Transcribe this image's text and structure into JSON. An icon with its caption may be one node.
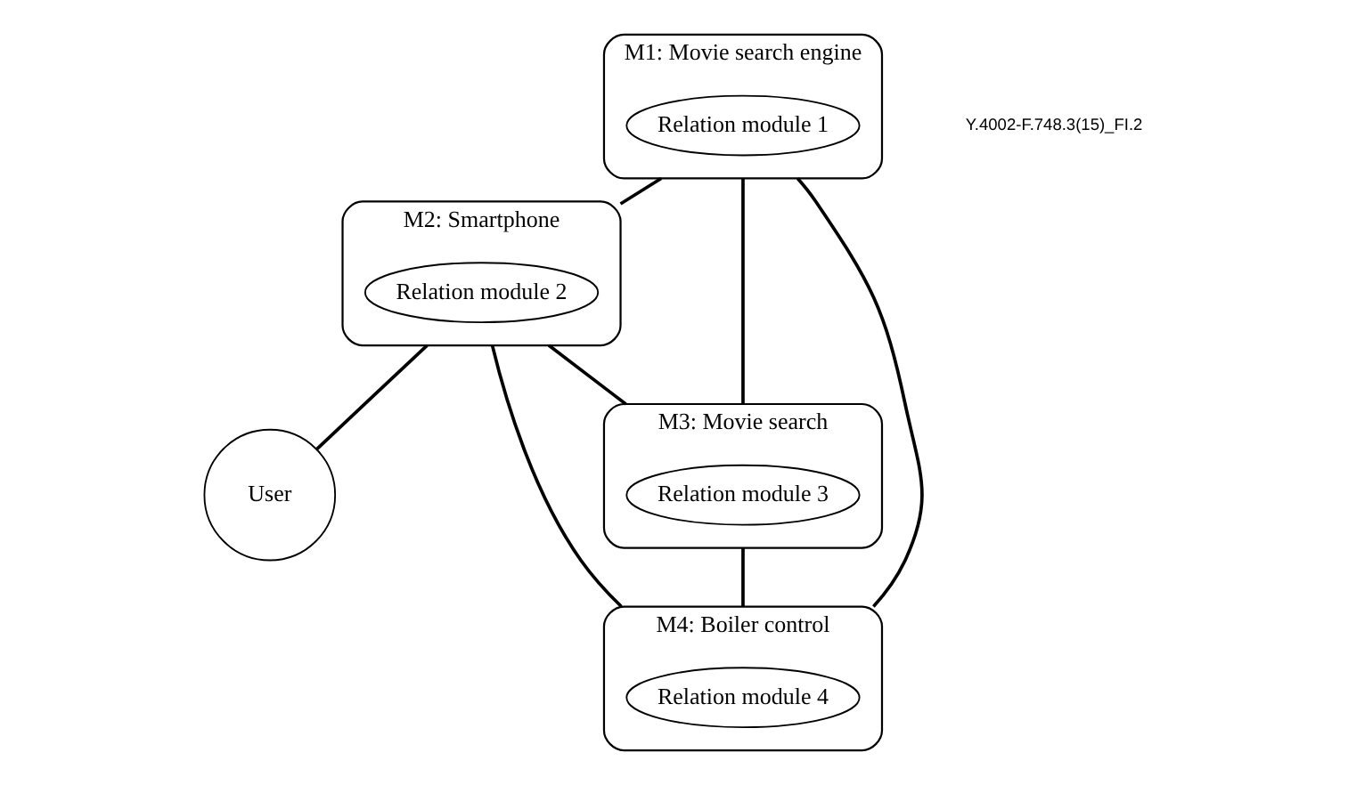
{
  "diagram": {
    "nodes": [
      {
        "text": [
          "M1: Movie search engine"
        ]
      },
      {
        "text": [
          "Relation module 1"
        ],
        "in": 0
      },
      {
        "text": [
          "M2: Smartphone"
        ]
      },
      {
        "text": [
          "Relation module 2"
        ],
        "in": 2
      },
      {
        "text": [
          "User"
        ]
      },
      {
        "text": [
          "M3: Movie search"
        ]
      },
      {
        "text": [
          "Relation module 3"
        ],
        "in": 5
      },
      {
        "text": [
          "M4: Boiler control"
        ]
      },
      {
        "text": [
          "Relation module 4"
        ],
        "in": 7
      }
    ],
    "edges": [
      {
        "from": 0,
        "to": 2,
        "arrow": "none"
      },
      {
        "from": 2,
        "to": 4,
        "arrow": "none"
      },
      {
        "from": 0,
        "to": 5,
        "arrow": "none"
      },
      {
        "from": 0,
        "to": 7,
        "arrow": "none"
      },
      {
        "from": 2,
        "to": 5,
        "arrow": "none"
      },
      {
        "from": 2,
        "to": 7,
        "arrow": "none"
      },
      {
        "from": 5,
        "to": 7,
        "arrow": "none"
      }
    ],
    "labels": [
      "Y.4002-F.748.3(15)_FI.2"
    ]
  }
}
